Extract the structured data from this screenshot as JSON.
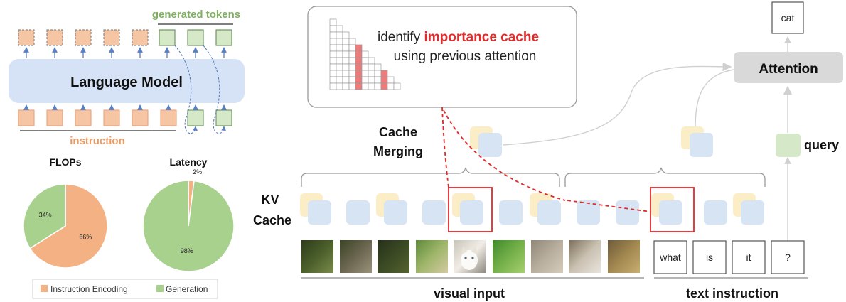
{
  "colors": {
    "orange": "#f6c6a4",
    "orange_border": "#e9a47c",
    "orange_text": "#ec9a62",
    "green": "#d5e8c8",
    "green_border": "#6f9561",
    "green_text": "#7fb05f",
    "lm_box": "#d6e2f5",
    "arrow_blue": "#5a7fc0",
    "red": "#e12a2a",
    "kv_yellow": "#fbeec7",
    "kv_blue": "#d6e4f4",
    "attention_gray": "#d9d9d9",
    "pie_orange": "#f4b183",
    "pie_green": "#a9d18e"
  },
  "left_panel": {
    "generated_tokens_label": "generated tokens",
    "language_model_label": "Language Model",
    "instruction_label": "instruction"
  },
  "pies": [
    {
      "title": "FLOPs",
      "slices": [
        {
          "name": "Instruction Encoding",
          "value": 66,
          "label": "66%"
        },
        {
          "name": "Generation",
          "value": 34,
          "label": "34%"
        }
      ]
    },
    {
      "title": "Latency",
      "slices": [
        {
          "name": "Instruction Encoding",
          "value": 2,
          "label": "2%"
        },
        {
          "name": "Generation",
          "value": 98,
          "label": "98%"
        }
      ]
    }
  ],
  "legend": [
    "Instruction Encoding",
    "Generation"
  ],
  "importance_box": {
    "line1_plain": "identify ",
    "line1_highlight": "importance cache",
    "line2": "using previous attention",
    "grid_rows": 11,
    "highlight_columns": [
      4,
      8
    ]
  },
  "labels": {
    "cache_merging_line1": "Cache",
    "cache_merging_line2": "Merging",
    "kv_cache_line1": "KV",
    "kv_cache_line2": "Cache",
    "attention": "Attention",
    "query": "query",
    "output_token": "cat",
    "visual_input": "visual input",
    "text_instruction": "text instruction"
  },
  "text_tokens": [
    "what",
    "is",
    "it",
    "?"
  ],
  "image_thumbnails": [
    {
      "name": "thumb-dark-green",
      "colors": [
        "#2e3b1a",
        "#4b5f2b",
        "#7a8a4a"
      ]
    },
    {
      "name": "thumb-cat-paw",
      "colors": [
        "#3a4424",
        "#6b6650",
        "#9a917a"
      ]
    },
    {
      "name": "thumb-grass",
      "colors": [
        "#26301a",
        "#3c4a24",
        "#55622f"
      ]
    },
    {
      "name": "thumb-green-light",
      "colors": [
        "#5f8a3a",
        "#9fb66a",
        "#d3c9a2"
      ]
    },
    {
      "name": "thumb-white-cat",
      "colors": [
        "#c9c4b8",
        "#f1ede6",
        "#8f8a80"
      ]
    },
    {
      "name": "thumb-bright-grass",
      "colors": [
        "#3f8a2a",
        "#74b04a",
        "#a6cf70"
      ]
    },
    {
      "name": "thumb-gravel",
      "colors": [
        "#8f8677",
        "#b8ae9e",
        "#d4cbbb"
      ]
    },
    {
      "name": "thumb-cat-legs",
      "colors": [
        "#7c6f5a",
        "#c9c0b0",
        "#e8e4dc"
      ]
    },
    {
      "name": "thumb-ground",
      "colors": [
        "#6e5b3a",
        "#a2874f",
        "#c9ae72"
      ]
    }
  ]
}
